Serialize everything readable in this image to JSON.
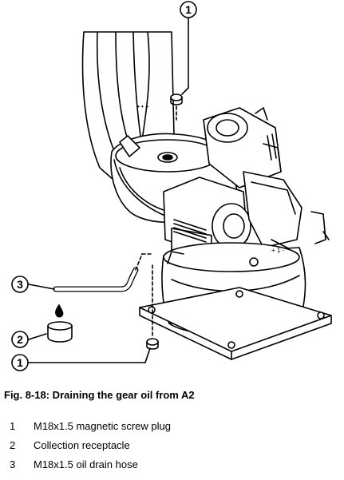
{
  "figure": {
    "callouts": [
      "1",
      "1",
      "2",
      "3"
    ]
  },
  "caption": "Fig. 8-18: Draining the gear oil from A2",
  "legend": [
    {
      "num": "1",
      "text": "M18x1.5 magnetic screw plug"
    },
    {
      "num": "2",
      "text": "Collection receptacle"
    },
    {
      "num": "3",
      "text": "M18x1.5 oil drain hose"
    }
  ]
}
